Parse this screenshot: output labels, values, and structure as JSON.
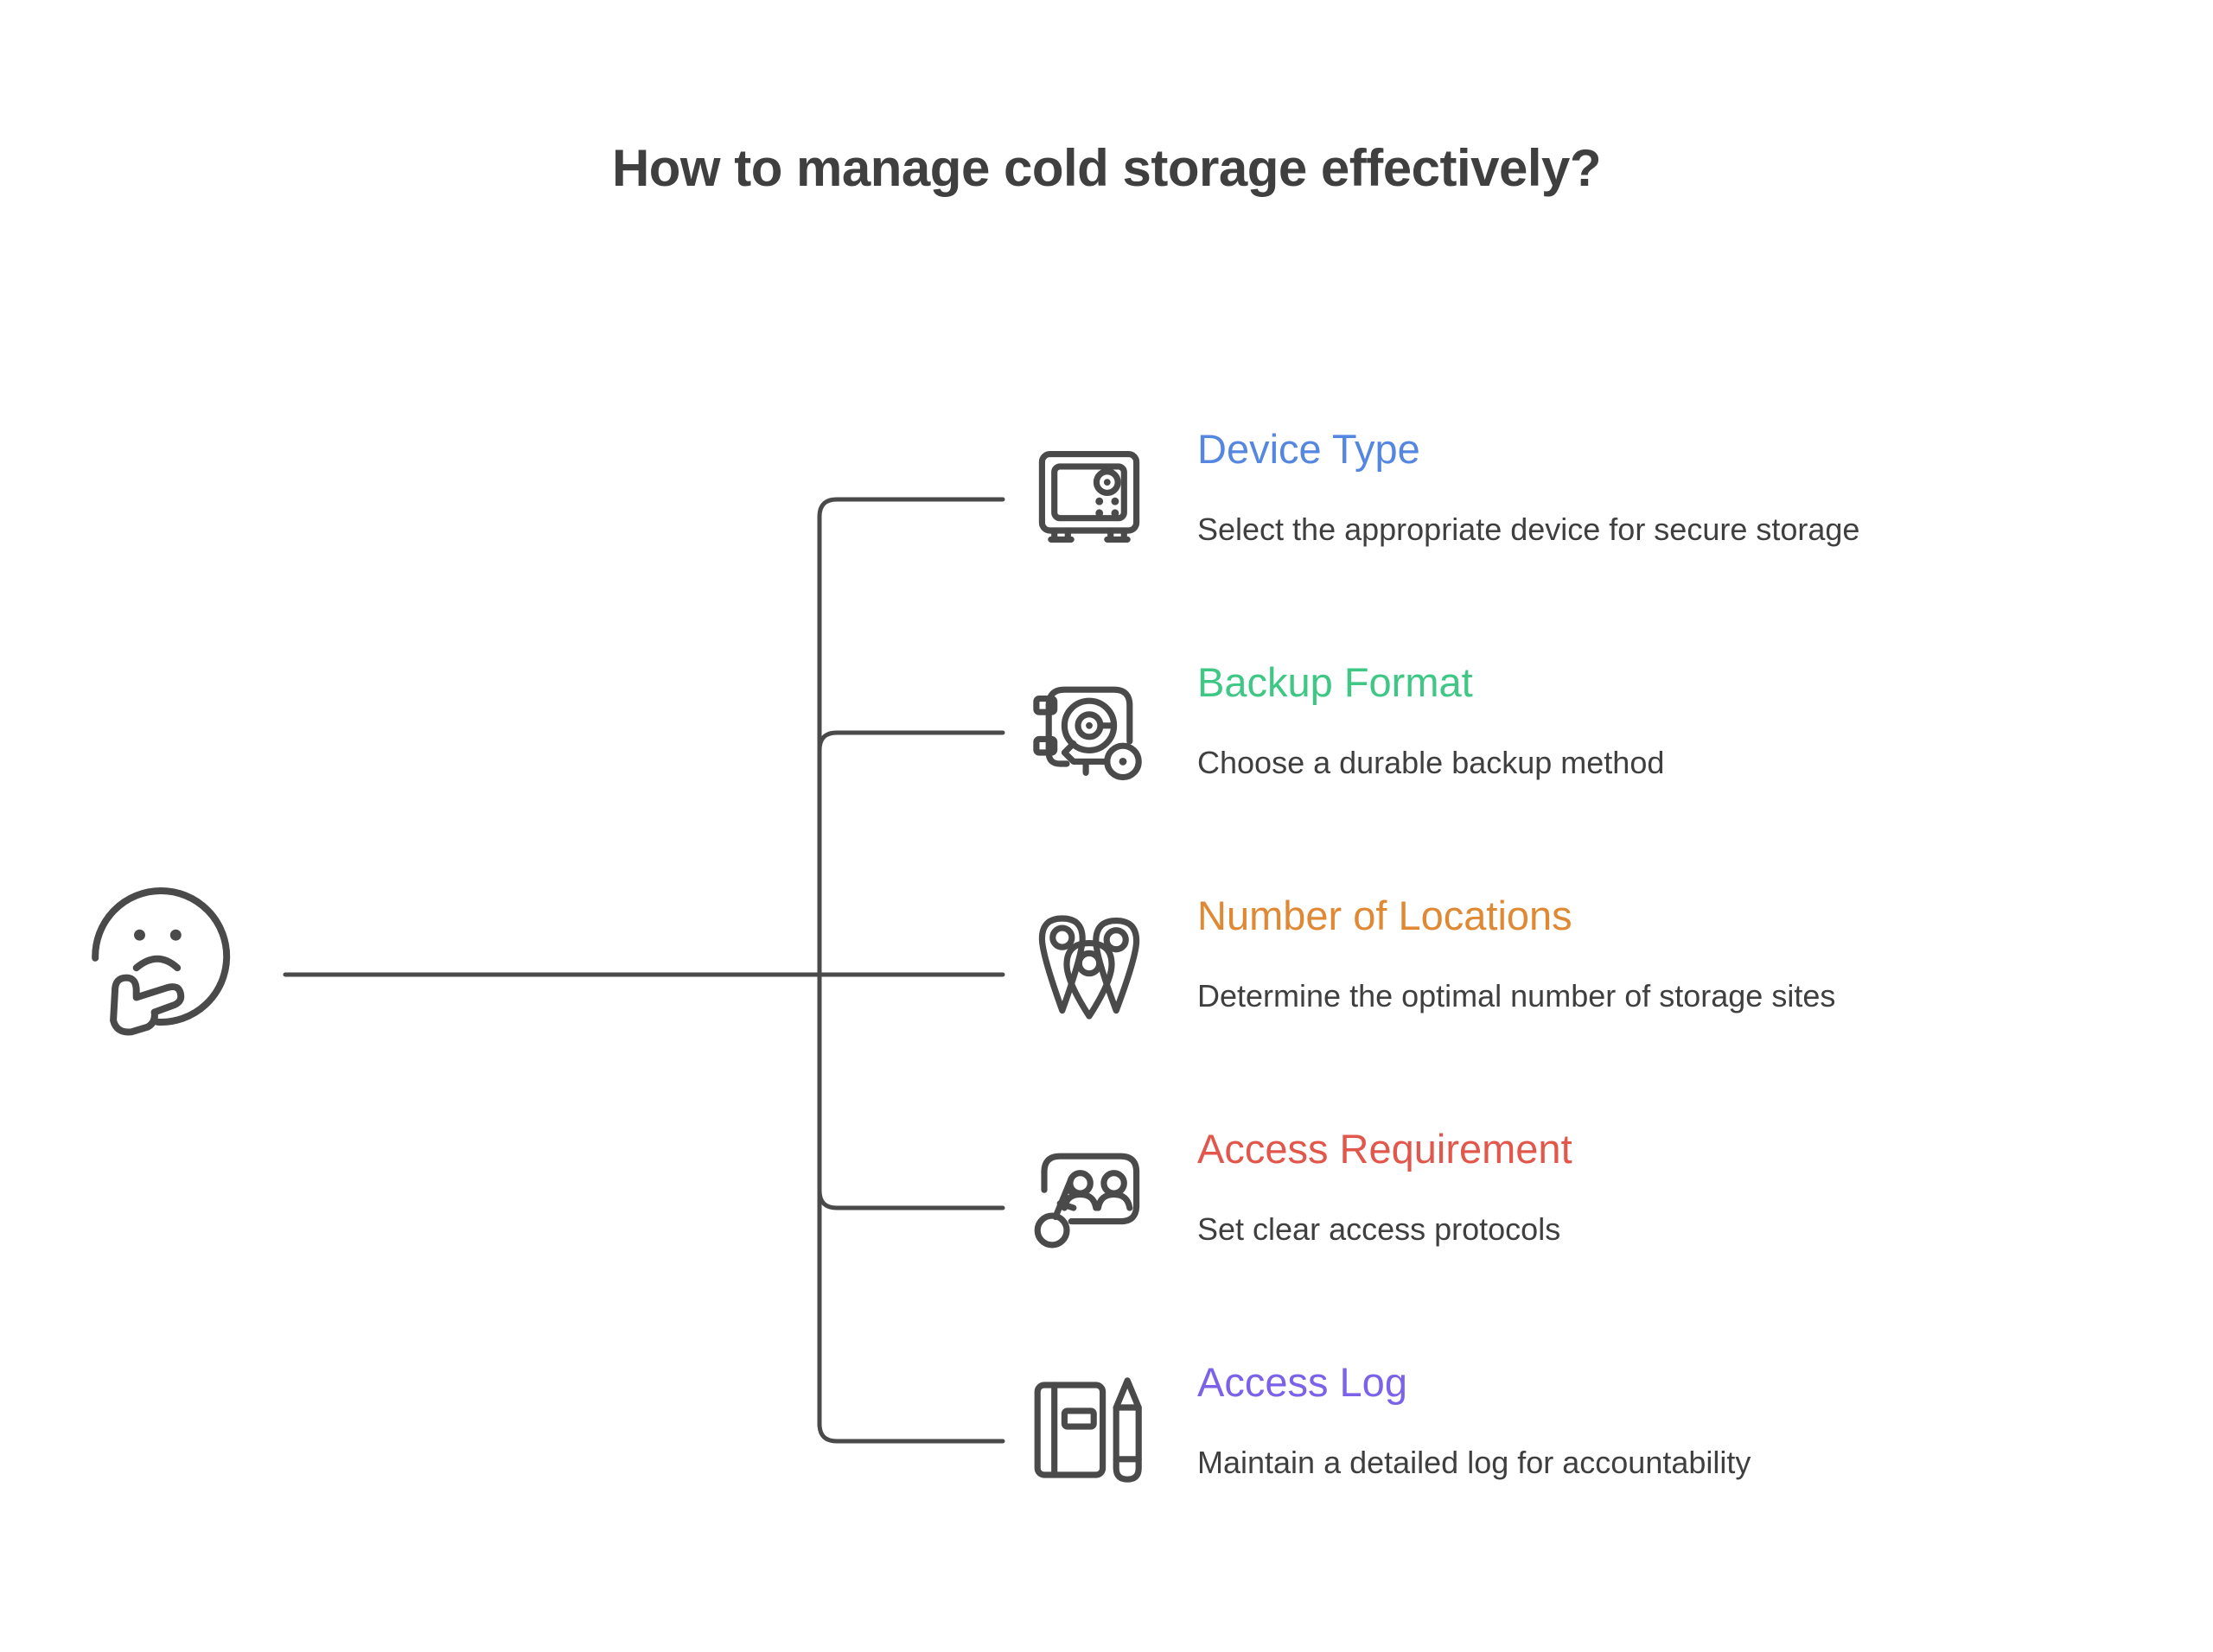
{
  "title": "How to manage cold storage effectively?",
  "root": {
    "icon": "thinking-face-icon",
    "alt": "thinking face"
  },
  "palette": {
    "stroke": "#4a4a4a",
    "text": "#3f3f3f",
    "background": "#ffffff",
    "blue": "#5587e0",
    "green": "#3ec785",
    "orange": "#e08935",
    "red": "#e2574c",
    "purple": "#7b62e8"
  },
  "branches": [
    {
      "label": "Device Type",
      "desc": "Select the appropriate device for secure storage",
      "color": "#5587e0",
      "icon": "safe-vault-icon"
    },
    {
      "label": "Backup Format",
      "desc": "Choose a durable backup method",
      "color": "#3ec785",
      "icon": "safe-with-key-icon"
    },
    {
      "label": "Number of Locations",
      "desc": "Determine the optimal number of storage sites",
      "color": "#e08935",
      "icon": "map-pins-icon"
    },
    {
      "label": "Access Requirement",
      "desc": "Set clear access protocols",
      "color": "#e2574c",
      "icon": "access-card-key-icon"
    },
    {
      "label": "Access Log",
      "desc": "Maintain a detailed log for accountability",
      "color": "#7b62e8",
      "icon": "notebook-pencil-icon"
    }
  ]
}
